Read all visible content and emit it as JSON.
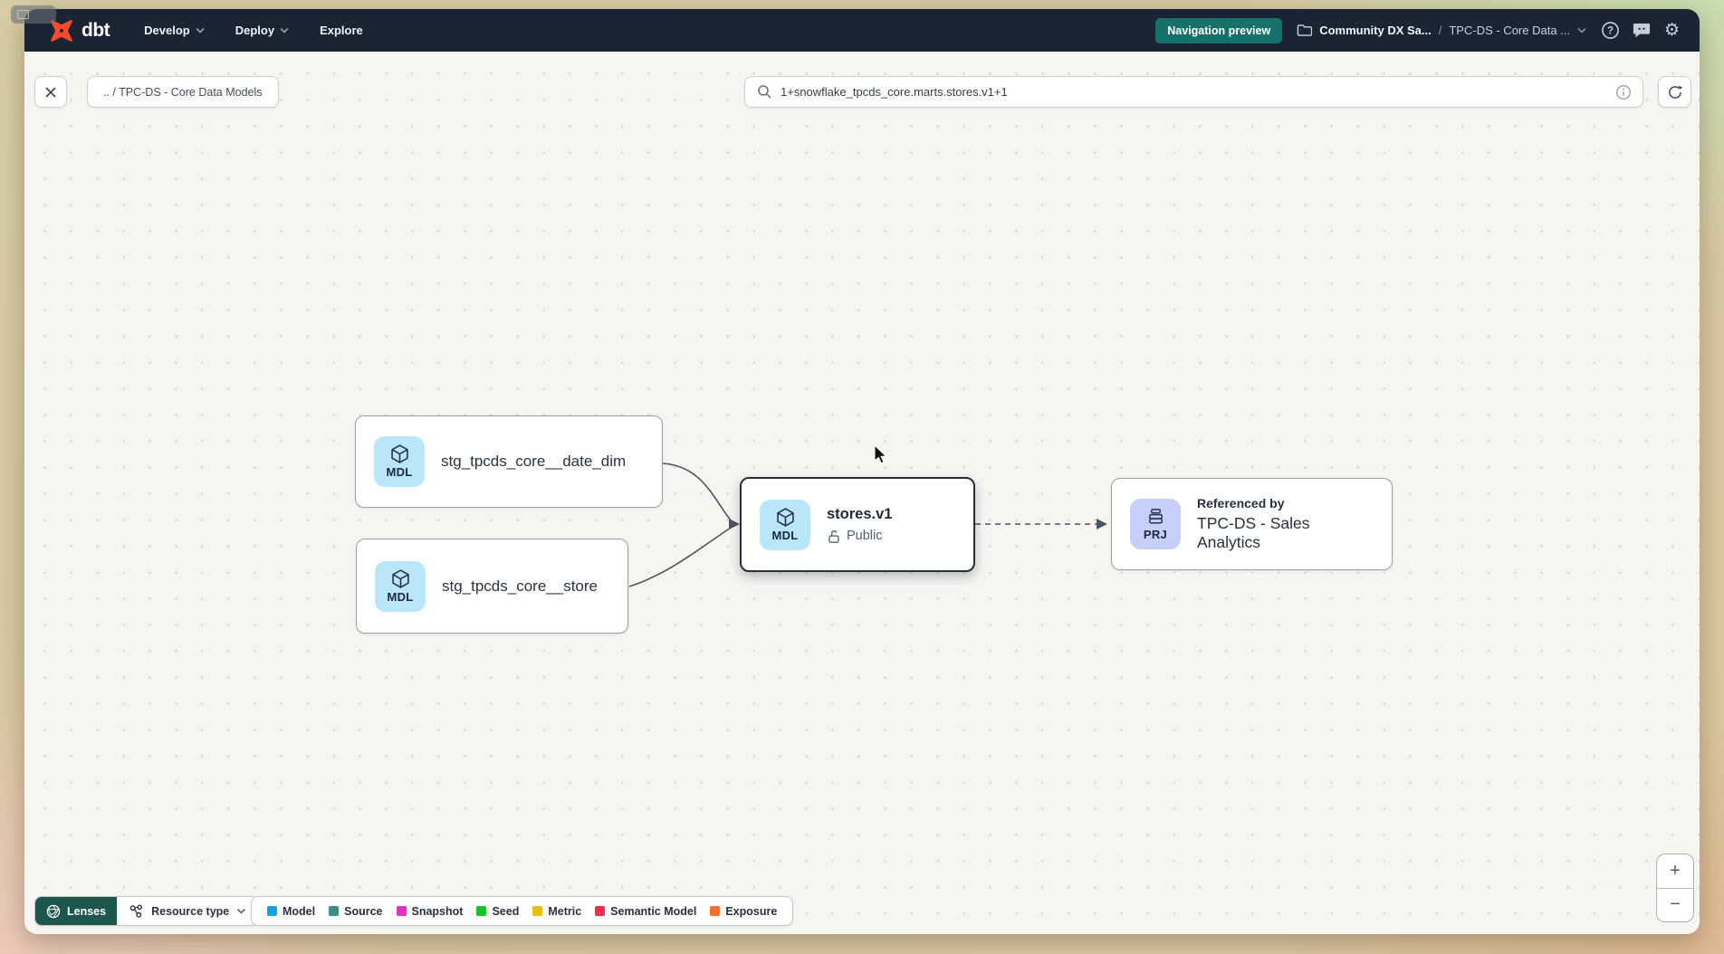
{
  "header": {
    "logo_text": "dbt",
    "nav_items": [
      {
        "label": "Develop"
      },
      {
        "label": "Deploy"
      },
      {
        "label": "Explore"
      }
    ],
    "preview_badge_label": "Navigation preview",
    "breadcrumb": {
      "account": "Community DX Sa...",
      "separator": "/",
      "project": "TPC-DS - Core Data ..."
    }
  },
  "toolbar": {
    "tab_label": ".. / TPC-DS - Core Data Models",
    "search_value": "1+snowflake_tpcds_core.marts.stores.v1+1"
  },
  "graph": {
    "nodes": {
      "date_dim": {
        "badge": "MDL",
        "label": "stg_tpcds_core__date_dim"
      },
      "store": {
        "badge": "MDL",
        "label": "stg_tpcds_core__store"
      },
      "stores_v1": {
        "badge": "MDL",
        "label": "stores.v1",
        "access": "Public"
      },
      "sales_analytics": {
        "badge": "PRJ",
        "kicker": "Referenced by",
        "label": "TPC-DS - Sales Analytics"
      }
    }
  },
  "footer": {
    "lenses_label": "Lenses",
    "resource_type_label": "Resource type",
    "legend": [
      {
        "label": "Model",
        "color": "#12a3e3"
      },
      {
        "label": "Source",
        "color": "#3d8f8b"
      },
      {
        "label": "Snapshot",
        "color": "#dd33c6"
      },
      {
        "label": "Seed",
        "color": "#17c522"
      },
      {
        "label": "Metric",
        "color": "#eebb12"
      },
      {
        "label": "Semantic Model",
        "color": "#ef3054"
      },
      {
        "label": "Exposure",
        "color": "#f1702a"
      }
    ]
  },
  "zoom_controls": {
    "zoom_in": "+",
    "zoom_out": "−"
  },
  "colors": {
    "header_bg": "#1a2433",
    "preview_badge_bg": "#17716a",
    "model_badge_bg": "#b9e6fa",
    "project_badge_bg": "#c6cff9",
    "lenses_bg": "#1d564c",
    "canvas_bg": "#f7f5f2",
    "accent_orange": "#ff4a2f"
  }
}
